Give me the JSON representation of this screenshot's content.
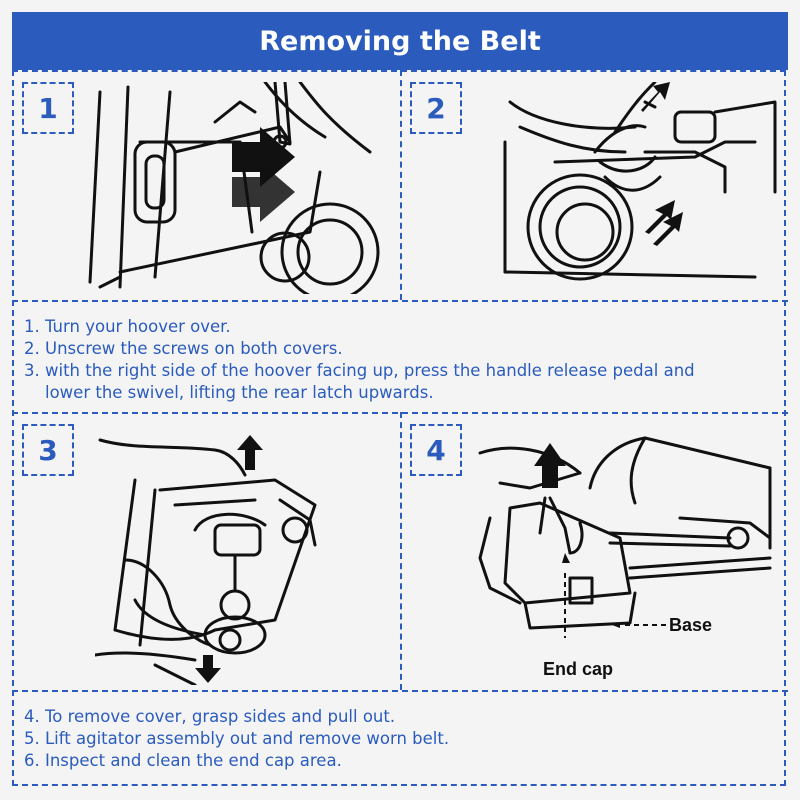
{
  "title": "Removing the Belt",
  "steps": [
    {
      "number": "1"
    },
    {
      "number": "2"
    },
    {
      "number": "3"
    },
    {
      "number": "4"
    }
  ],
  "instructions_top": [
    "1. Turn your hoover over.",
    "2. Unscrew the screws on both covers.",
    "3. with the right side of the hoover facing up, press the handle release pedal and",
    "lower the swivel, lifting the rear latch upwards."
  ],
  "instructions_bottom": [
    "4. To remove cover, grasp sides and pull out.",
    "5. Lift agitator assembly out and remove worn belt.",
    "6. Inspect and clean the end cap area."
  ],
  "labels": {
    "base": "Base",
    "end_cap": "End cap"
  },
  "colors": {
    "accent": "#2a5bbd",
    "background": "#f4f4f4"
  }
}
